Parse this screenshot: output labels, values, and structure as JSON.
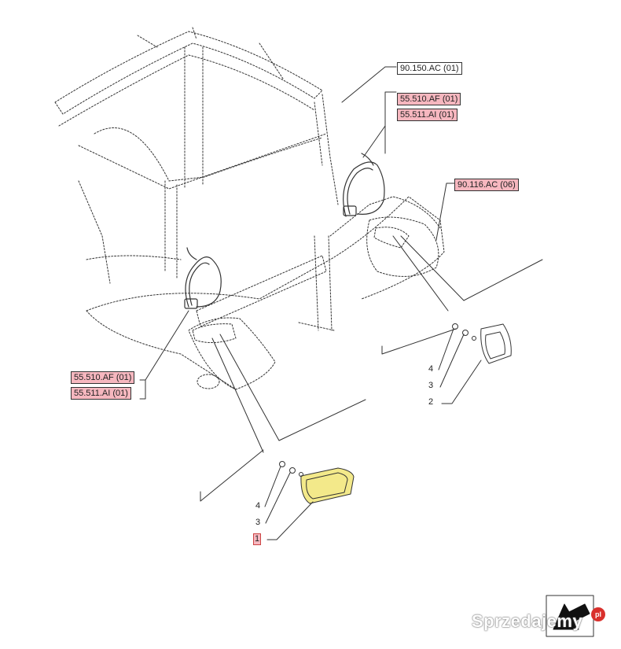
{
  "references": {
    "top": "90.150.AC (01)",
    "right_upper_1": "55.510.AF (01)",
    "right_upper_2": "55.511.AI (01)",
    "right_mid": "90.116.AC (06)",
    "left_lower_1": "55.510.AF (01)",
    "left_lower_2": "55.511.AI (01)"
  },
  "callouts_right": [
    "4",
    "3",
    "2"
  ],
  "callouts_bottom": [
    "4",
    "3",
    "1"
  ],
  "watermark": "Sprzedajemy",
  "watermark_badge": "pl",
  "colors": {
    "highlight": "#f6b7bf",
    "lamp_fill": "#f3e98a",
    "line": "#222222"
  },
  "icons": [
    "navigation-arrow-icon"
  ]
}
